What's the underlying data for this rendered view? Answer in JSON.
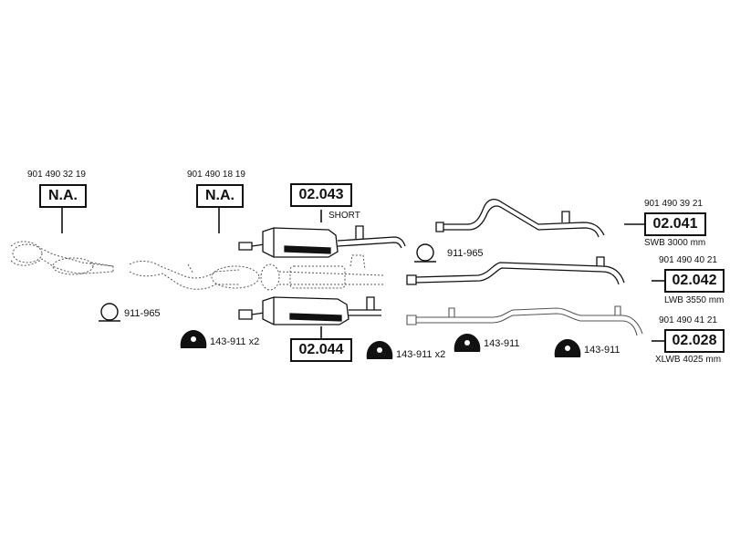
{
  "parts": [
    {
      "id": "na1",
      "part_number": "901 490 32 19",
      "code": "N.A."
    },
    {
      "id": "na2",
      "part_number": "901 490 18 19",
      "code": "N.A."
    },
    {
      "id": "p02043",
      "code": "02.043",
      "note": "SHORT"
    },
    {
      "id": "p02044",
      "code": "02.044"
    },
    {
      "id": "p02041",
      "part_number": "901 490 39 21",
      "code": "02.041",
      "note": "SWB 3000 mm"
    },
    {
      "id": "p02042",
      "part_number": "901 490 40 21",
      "code": "02.042",
      "note": "LWB 3550 mm"
    },
    {
      "id": "p02028",
      "part_number": "901 490 41 21",
      "code": "02.028",
      "note": "XLWB 4025 mm"
    }
  ],
  "accessories": {
    "clamp_left": "911-965",
    "clamp_center": "911-965",
    "hanger_1": "143-911 x2",
    "hanger_2": "143-911 x2",
    "hanger_3": "143-911",
    "hanger_4": "143-911"
  },
  "colors": {
    "line": "#111111",
    "part_fill": "#ffffff",
    "dotted": "#555555",
    "background": "#ffffff"
  }
}
